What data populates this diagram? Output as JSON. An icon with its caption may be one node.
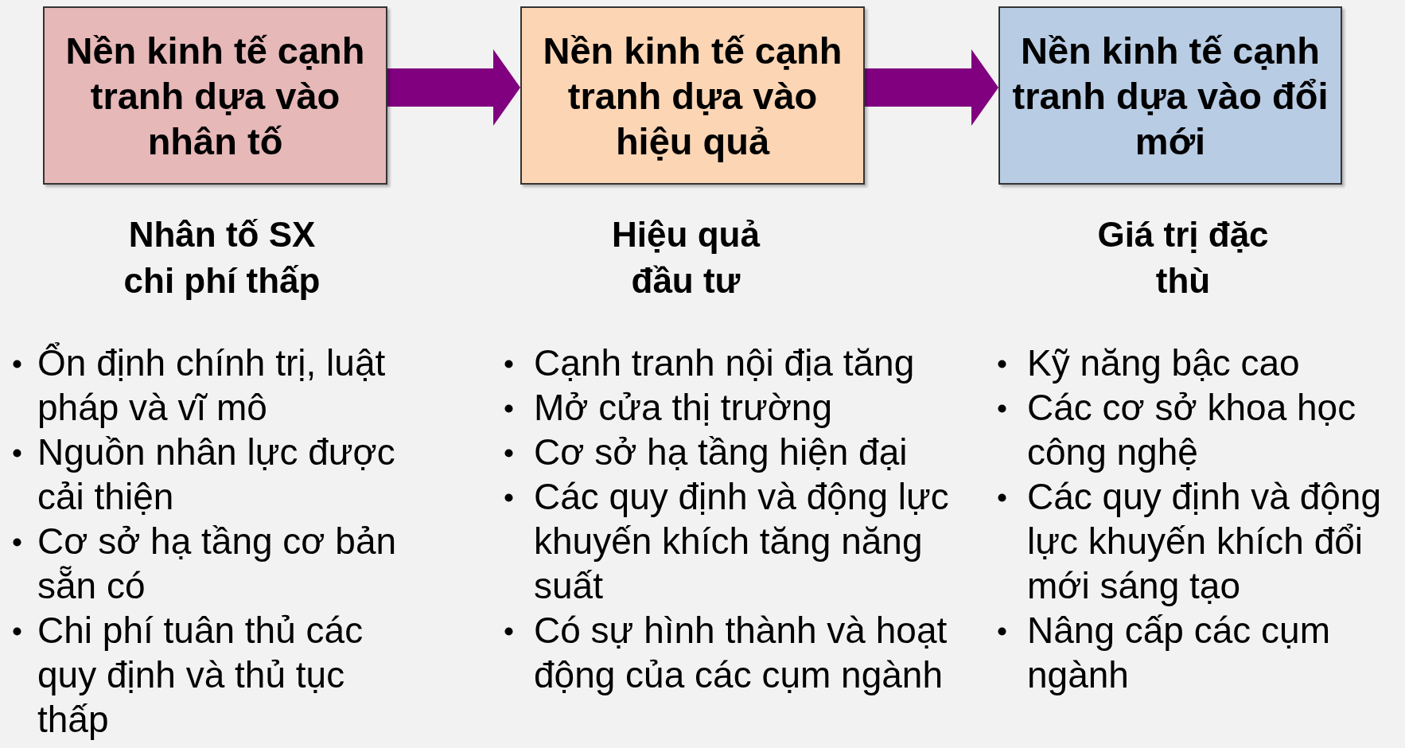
{
  "diagram": {
    "nodes": [
      {
        "text": [
          "Nền kinh tế cạnh tranh dựa vào nhân tố"
        ],
        "beside": [
          "Nhân tố SX chi phí thấp",
          "Ổn định chính trị, luật pháp và vĩ mô",
          "Nguồn nhân lực được cải thiện",
          "Cơ sở hạ tầng cơ bản sẵn có",
          "Chi phí tuân thủ các quy định và thủ tục thấp"
        ]
      },
      {
        "text": [
          "Nền kinh tế cạnh tranh dựa vào hiệu quả"
        ],
        "beside": [
          "Hiệu quả đầu tư",
          "Cạnh tranh nội địa tăng",
          "Mở cửa thị trường",
          "Cơ sở hạ tầng hiện đại",
          "Các quy định và động lực khuyến khích tăng năng suất",
          "Có sự hình thành và hoạt động của các cụm ngành"
        ]
      },
      {
        "text": [
          "Nền kinh tế cạnh tranh dựa vào đổi mới"
        ],
        "beside": [
          "Giá trị đặc thù",
          "Kỹ năng bậc cao",
          "Các cơ sở khoa học công nghệ",
          "Các quy định và động lực khuyến khích đổi mới sáng tạo",
          "Nâng cấp các cụm ngành"
        ]
      }
    ],
    "edges": [
      {
        "from": 0,
        "to": 1,
        "arrow": "to",
        "style": "thick"
      },
      {
        "from": 1,
        "to": 2,
        "arrow": "to",
        "style": "thick"
      }
    ]
  }
}
